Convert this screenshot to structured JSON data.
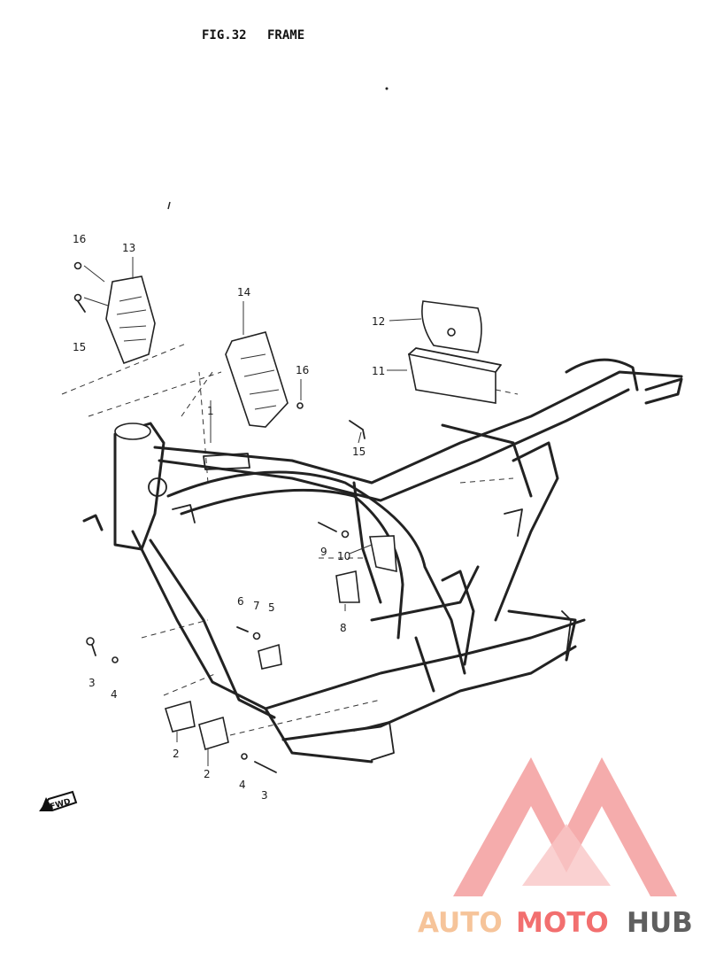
{
  "figure": {
    "label": "FIG.32",
    "name": "FRAME"
  },
  "fwd_label": "FWD",
  "callouts": {
    "c1": "1",
    "c2a": "2",
    "c2b": "2",
    "c3a": "3",
    "c3b": "3",
    "c4a": "4",
    "c4b": "4",
    "c5": "5",
    "c6": "6",
    "c7": "7",
    "c8": "8",
    "c9": "9",
    "c10": "10",
    "c11": "11",
    "c12": "12",
    "c13": "13",
    "c14": "14",
    "c15a": "15",
    "c15b": "15",
    "c16a": "16",
    "c16b": "16"
  },
  "watermark": {
    "part1": "AUTO",
    "part2": "MOTO",
    "part3": "HUB",
    "color_orange": "#f6c49a",
    "color_red": "#f26f6f",
    "color_gray": "#5f5f5f"
  }
}
